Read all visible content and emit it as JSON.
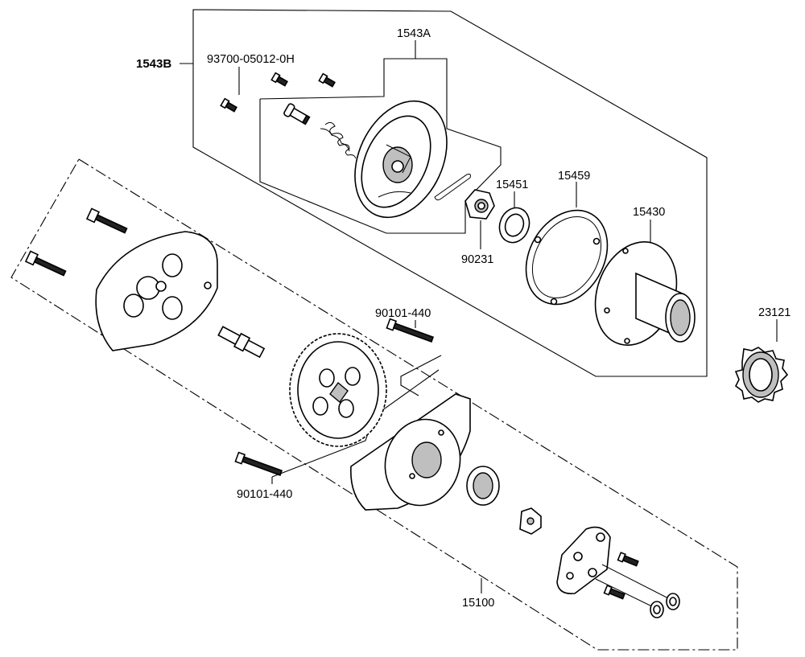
{
  "labels": {
    "assy_outer": "1543B",
    "assy_inner": "1543A",
    "screw": "93700-05012-0H",
    "nut": "90231",
    "washer": "15451",
    "gasket": "15459",
    "housing": "15430",
    "gear": "23121",
    "bolt_upper": "90101-440",
    "bolt_lower": "90101-440",
    "pump_assy": "15100"
  }
}
